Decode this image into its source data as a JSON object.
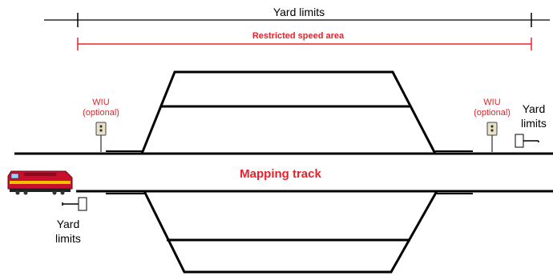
{
  "labels": {
    "yard_limits_top": "Yard limits",
    "restricted_speed_area": "Restricted speed area",
    "mapping_track": "Mapping track",
    "wiu_left_line1": "WIU",
    "wiu_left_line2": "(optional)",
    "wiu_right_line1": "WIU",
    "wiu_right_line2": "(optional)",
    "yard_limits_right_line1": "Yard",
    "yard_limits_right_line2": "limits",
    "yard_limits_left_line1": "Yard",
    "yard_limits_left_line2": "limits"
  },
  "colors": {
    "track": "#000000",
    "restricted": "#e8202a",
    "label_red": "#e8202a",
    "locomotive_body": "#c8102e",
    "locomotive_stripe": "#f2c200",
    "wiu_box": "#e9e1c8"
  },
  "icons": {
    "wiu": "wayside-interface-unit-icon",
    "sign": "yard-limit-sign-icon",
    "train": "locomotive-icon"
  }
}
